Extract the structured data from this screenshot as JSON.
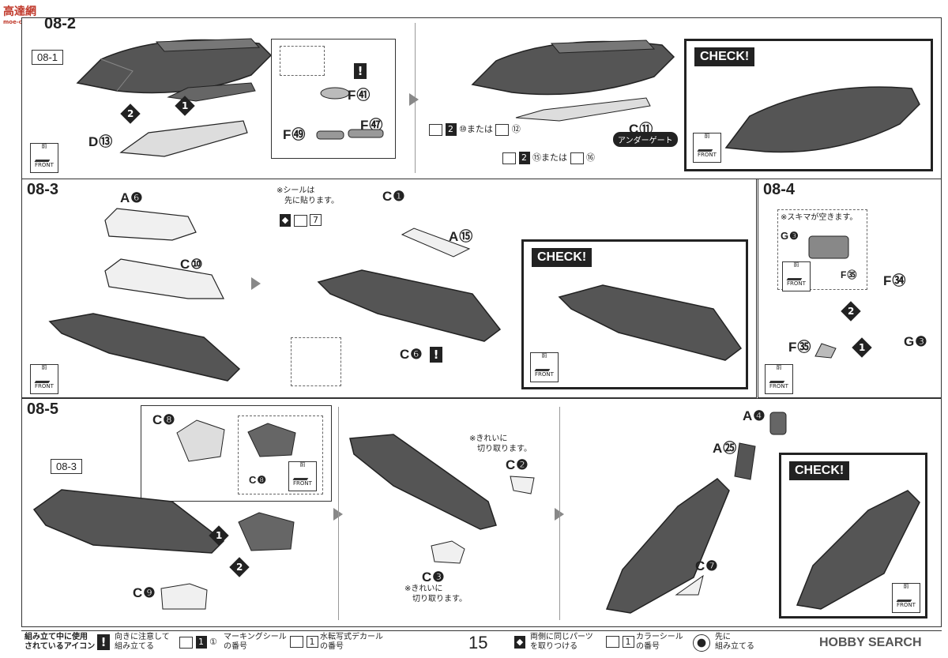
{
  "site_logo": "高達網",
  "site_logo_sub": "moe-china.com",
  "steps": {
    "s2": "08-2",
    "s3": "08-3",
    "s4": "08-4",
    "s5": "08-5"
  },
  "refs": {
    "r081": "08-1",
    "r083": "08-3"
  },
  "check_label": "CHECK!",
  "front": {
    "kanji": "前",
    "en": "FRONT"
  },
  "parts": {
    "D13": "D⑬",
    "F49": "F㊾",
    "F41": "F㊶",
    "F47": "F㊼",
    "C11": "C⑪",
    "A6": "A❻",
    "C10": "C⑩",
    "C1": "C❶",
    "A15": "A⑮",
    "C6": "C❻",
    "G3a": "G❸",
    "F35a": "F㉟",
    "F34": "F㉞",
    "F35b": "F㉟",
    "G3b": "G❸",
    "C8a": "C❽",
    "C8b": "C❽",
    "C9": "C❾",
    "C2": "C❷",
    "C3": "C❸",
    "A4": "A❹",
    "A25": "A㉕",
    "C7": "C❼"
  },
  "gate_label": "アンダーゲート",
  "decal_lines": {
    "l1_num": "2",
    "l1_a": "⑩",
    "l1_or": "または",
    "l1_b": "⑫",
    "l2_num": "2",
    "l2_a": "⑮",
    "l2_or": "または",
    "l2_b": "⑯"
  },
  "notes": {
    "seal_first": "※シールは\n　先に貼ります。",
    "seal_num": "7",
    "gap": "※スキマが空きます。",
    "cut_c2": "※きれいに\n　切り取ります。",
    "cut_c3": "※きれいに\n　切り取ります。"
  },
  "legend": {
    "title": "組み立て中に使用\nされているアイコン",
    "i1": "向きに注意して\n組み立てる",
    "i2_num": "1",
    "i2_alt": "①",
    "i2": "マーキングシール\nの番号",
    "i3_num": "1",
    "i3": "水転写式デカール\nの番号",
    "page": "15",
    "i4": "両側に同じパーツ\nを取りつける",
    "i5_num": "1",
    "i5": "カラーシール\nの番号",
    "i6": "先に\n組み立てる",
    "brand": "HOBBY SEARCH"
  },
  "colors": {
    "part_dark": "#555555",
    "part_light": "#f0f0f0",
    "line": "#222222"
  }
}
